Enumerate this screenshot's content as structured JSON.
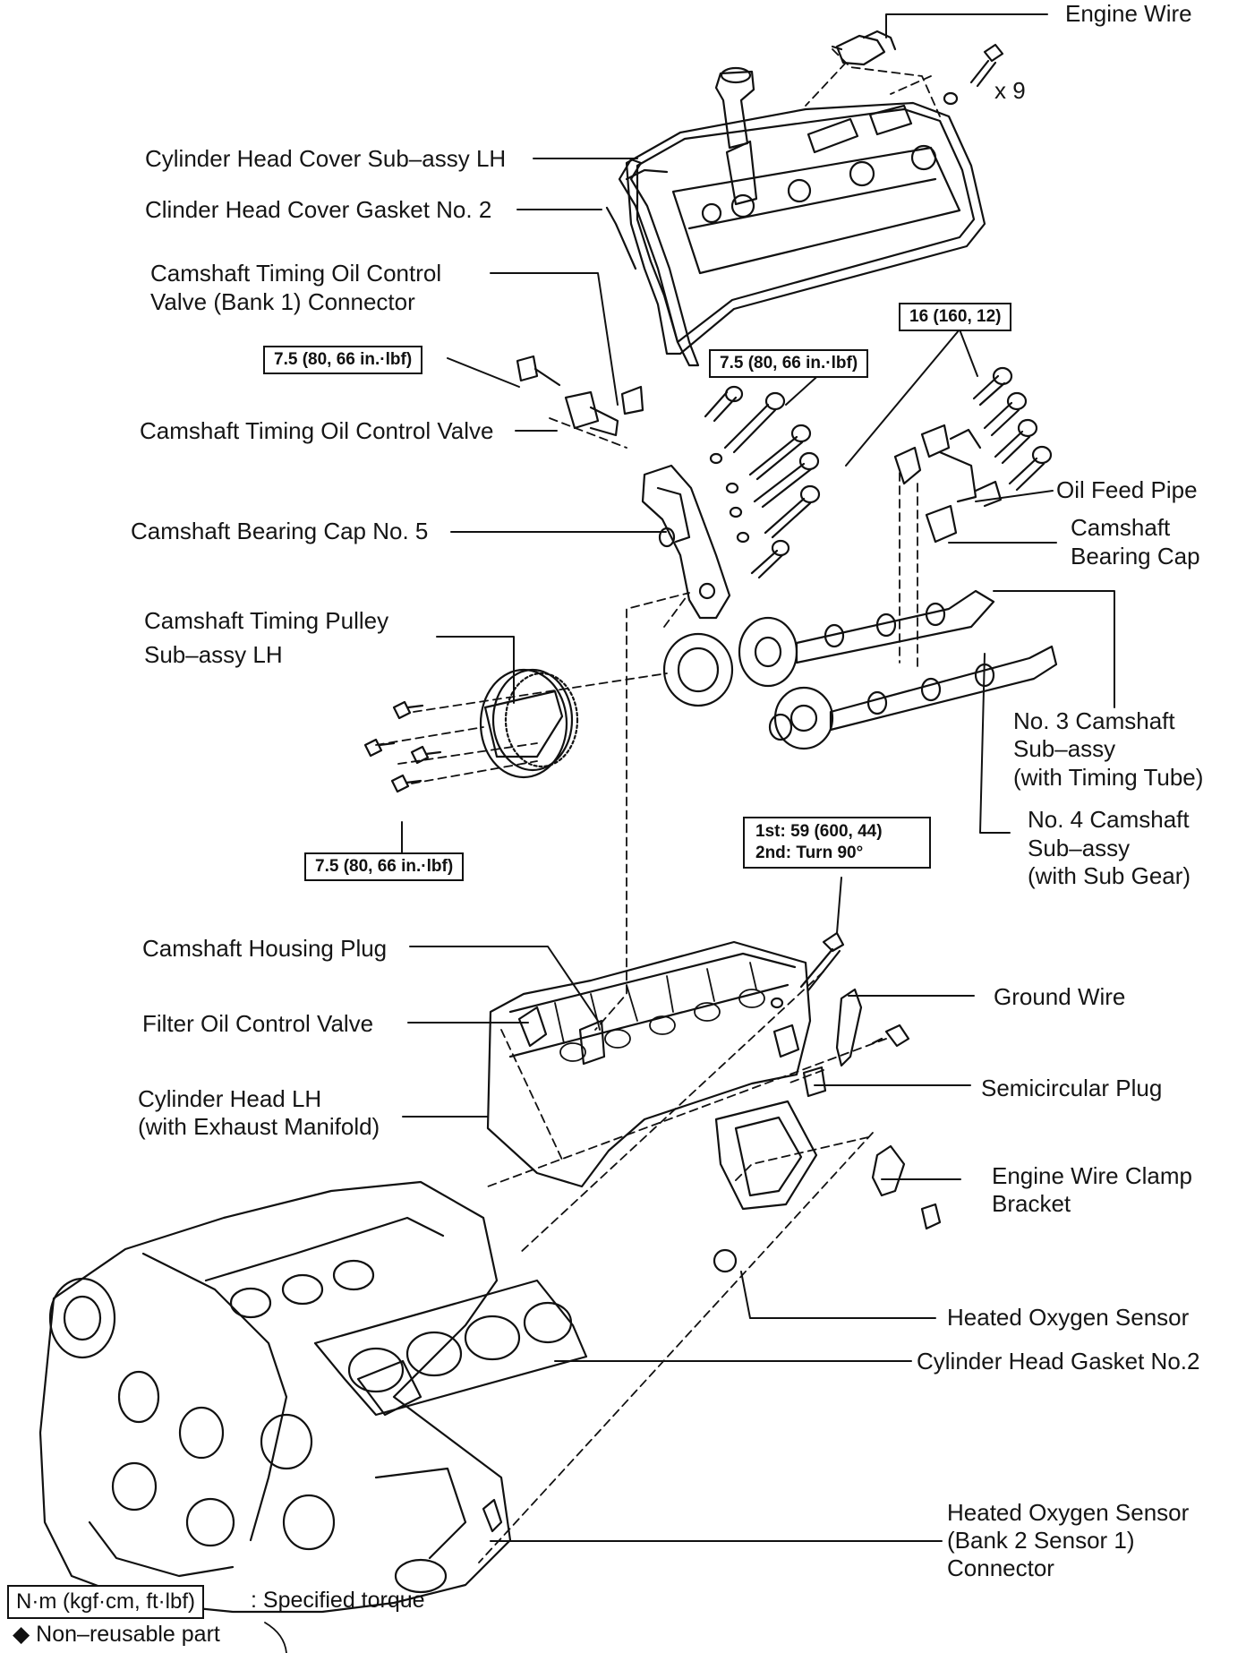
{
  "labels": {
    "engine_wire": "Engine Wire",
    "x9": "x 9",
    "head_cover": "Cylinder Head Cover Sub–assy LH",
    "cover_gasket": "Clinder Head Cover Gasket No. 2",
    "ocv_connector_1": "Camshaft  Timing  Oil  Control",
    "ocv_connector_2": "Valve (Bank 1) Connector",
    "ocv": "Camshaft Timing Oil Control Valve",
    "bearing_cap_5": "Camshaft Bearing Cap No. 5",
    "oil_feed_pipe": "Oil Feed Pipe",
    "bearing_cap_1": "Camshaft",
    "bearing_cap_2": "Bearing Cap",
    "pulley_1": "Camshaft  Timing  Pulley",
    "pulley_2": "Sub–assy LH",
    "cam3_1": "No. 3 Camshaft",
    "cam3_2": "Sub–assy",
    "cam3_3": "(with Timing Tube)",
    "cam4_1": "No. 4 Camshaft",
    "cam4_2": "Sub–assy",
    "cam4_3": "(with Sub Gear)",
    "housing_plug": "Camshaft Housing Plug",
    "ground_wire": "Ground Wire",
    "filter_ocv": "Filter Oil Control Valve",
    "semicircular_plug": "Semicircular Plug",
    "cyl_head_1": "Cylinder Head LH",
    "cyl_head_2": "(with Exhaust Manifold)",
    "clamp_bracket_1": "Engine Wire Clamp",
    "clamp_bracket_2": "Bracket",
    "o2_sensor": "Heated Oxygen Sensor",
    "head_gasket": "Cylinder Head Gasket No.2",
    "o2_connector_1": "Heated Oxygen Sensor",
    "o2_connector_2": "(Bank 2 Sensor 1)",
    "o2_connector_3": "Connector"
  },
  "torque": {
    "ocv_bolt": "7.5 (80, 66 in.·lbf)",
    "cap5_bolts": "7.5 (80, 66 in.·lbf)",
    "cap_bolts": "16 (160, 12)",
    "pulley_bolts": "7.5 (80, 66 in.·lbf)",
    "head_bolt_1": "1st: 59 (600, 44)",
    "head_bolt_2": "2nd: Turn 90°"
  },
  "legend": {
    "unit_box": "N·m (kgf·cm, ft·lbf)",
    "specified": ": Specified torque",
    "non_reusable": "◆ Non–reusable part"
  }
}
